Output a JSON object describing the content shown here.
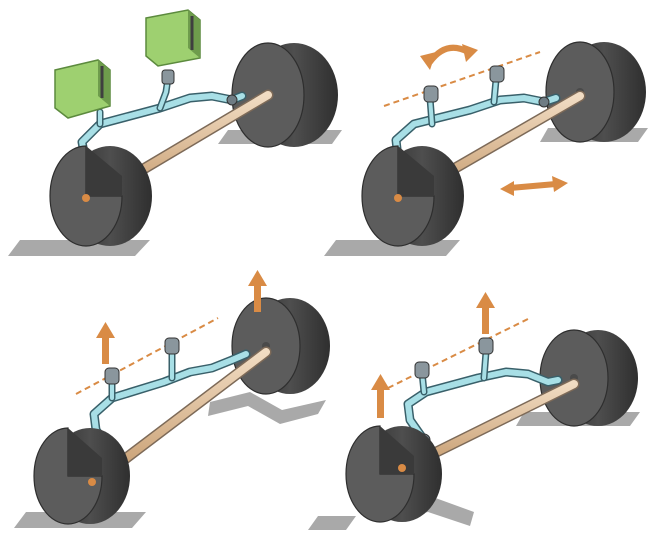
{
  "title": "",
  "colors": {
    "background": "#ffffff",
    "ground": "#a9a9a9",
    "wheel_face": "#5c5c5c",
    "wheel_tread": "#3f3f3f",
    "axle": "#d7b48d",
    "axle_edge": "#7d6a58",
    "arm": "#a8dfe6",
    "arm_edge": "#39606a",
    "hub": "#6f7c84",
    "sensor_box": "#9ed070",
    "sensor_edge": "#5c8a3e",
    "motion_arrow": "#d98b45",
    "pivot_axis": "#d98b45",
    "cutout": "#d98b45"
  },
  "panels": [
    {
      "id": "top-left",
      "arrows": [],
      "has_sensors": true,
      "has_pivot_axis": false
    },
    {
      "id": "top-right",
      "arrows": [
        "rotate-curved",
        "horizontal-double"
      ],
      "has_sensors": false,
      "has_pivot_axis": true
    },
    {
      "id": "bottom-left",
      "arrows": [
        "up",
        "up"
      ],
      "has_sensors": false,
      "has_pivot_axis": true
    },
    {
      "id": "bottom-right",
      "arrows": [
        "up",
        "up"
      ],
      "has_sensors": false,
      "has_pivot_axis": true
    }
  ],
  "icons": {
    "arrow_up": "up-arrow-icon",
    "arrow_rotate": "rotation-arrow-icon",
    "arrow_horizontal": "horizontal-arrow-icon"
  }
}
